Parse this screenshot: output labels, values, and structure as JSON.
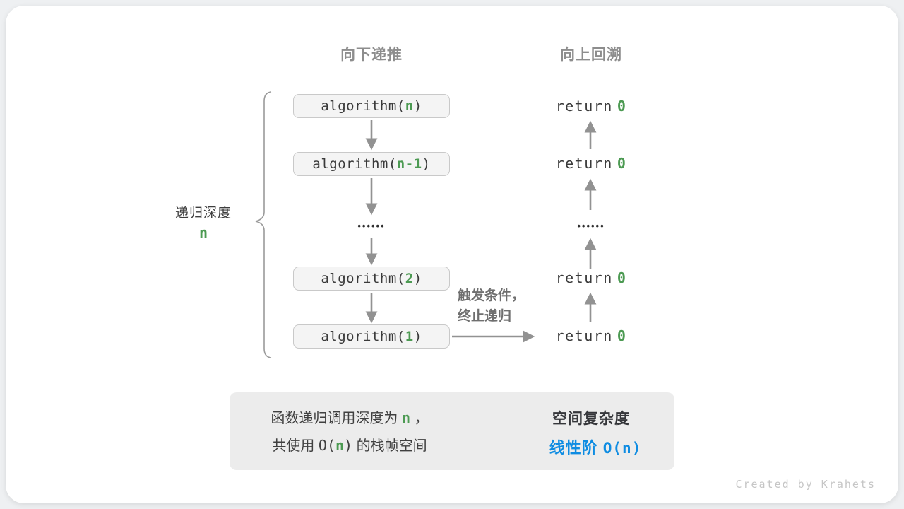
{
  "colors": {
    "green": "#4c9a52",
    "blue": "#0e8ce2",
    "arrow": "#929292",
    "heading": "#8d8d8d",
    "text-dark": "#3a3a3a",
    "muted": "#6f6f6f",
    "credit": "#c6c6c6"
  },
  "headings": {
    "downward": "向下递推",
    "upward": "向上回溯"
  },
  "depth_brace": {
    "label": "递归深度",
    "value": "n"
  },
  "ellipsis": "••••••",
  "calls": [
    {
      "fn": "algorithm(",
      "arg": "n",
      "close": ")"
    },
    {
      "fn": "algorithm(",
      "arg": "n-1",
      "close": ")"
    },
    {
      "fn": "algorithm(",
      "arg": "2",
      "close": ")"
    },
    {
      "fn": "algorithm(",
      "arg": "1",
      "close": ")"
    }
  ],
  "returns": [
    {
      "keyword": "return",
      "value": "0"
    },
    {
      "keyword": "return",
      "value": "0"
    },
    {
      "keyword": "return",
      "value": "0"
    },
    {
      "keyword": "return",
      "value": "0"
    }
  ],
  "base_case_note": {
    "line1": "触发条件，",
    "line2": "终止递归"
  },
  "summary": {
    "left_line1_pre": "函数递归调用深度为 ",
    "left_line1_var": "n",
    "left_line1_post": " ，",
    "left_line2_pre": "共使用 ",
    "left_line2_code_open": "O(",
    "left_line2_var": "n",
    "left_line2_code_close": ")",
    "left_line2_post": " 的栈帧空间",
    "right_title": "空间复杂度",
    "right_result_text": "线性阶 ",
    "right_result_code": "O(n)"
  },
  "credit": "Created by Krahets"
}
